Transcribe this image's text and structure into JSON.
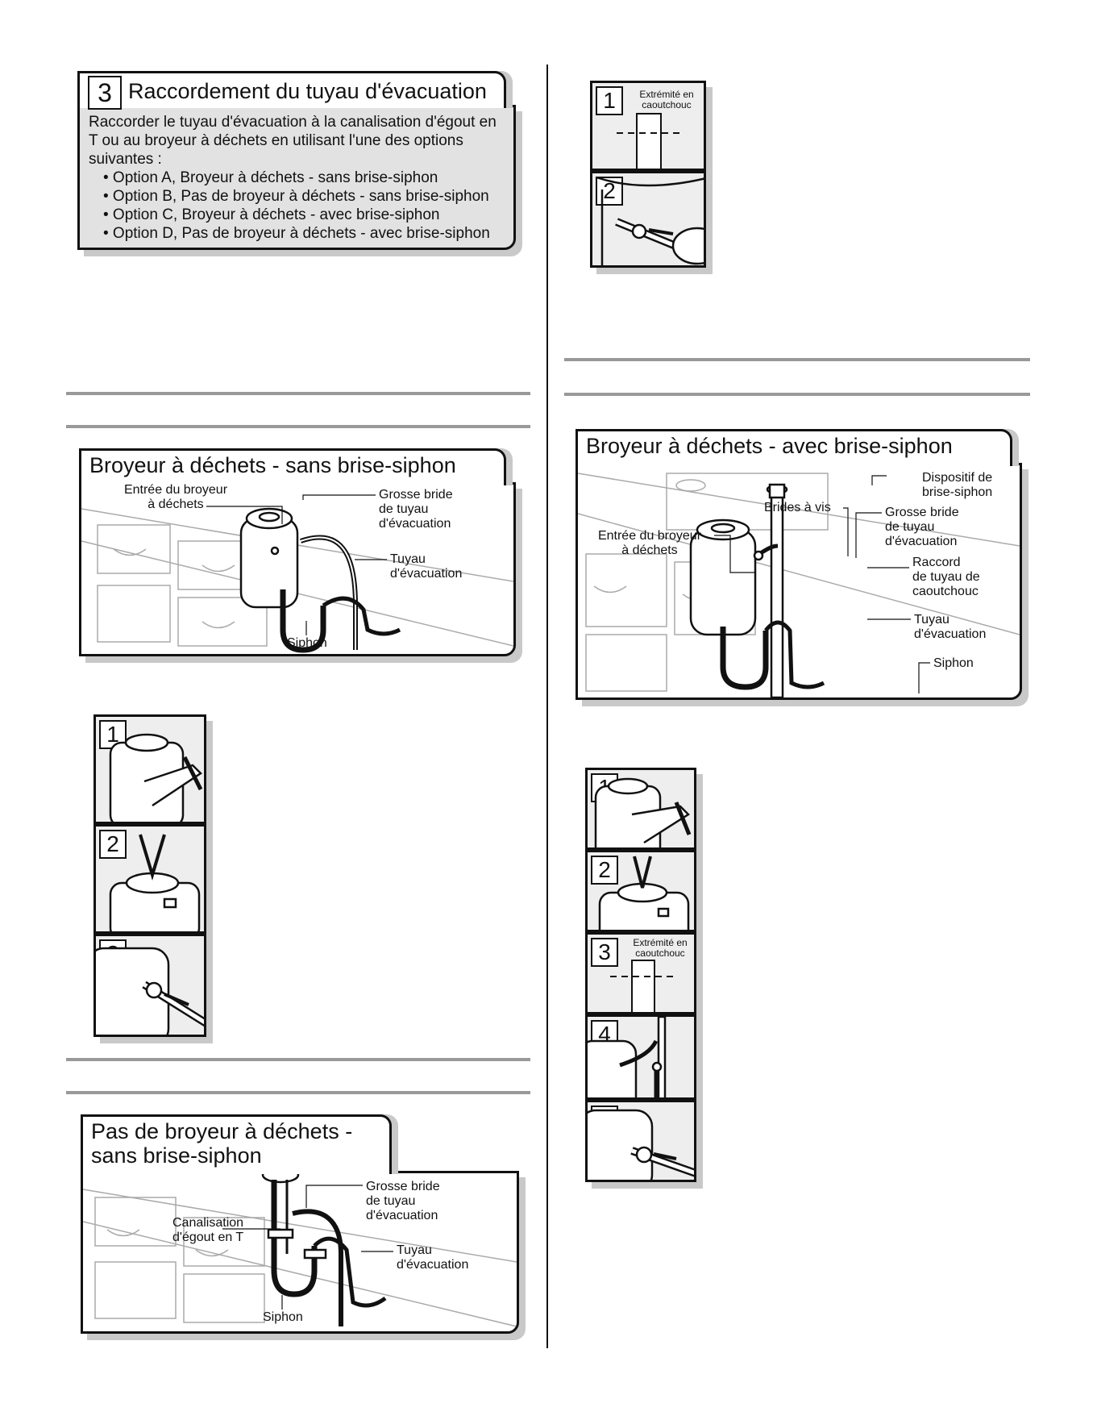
{
  "section3": {
    "number": "3",
    "title": "Raccordement du tuyau d'évacuation",
    "intro": "Raccorder le tuyau d'évacuation à la canalisation d'égout en T ou au broyeur à déchets en utilisant l'une des options suivantes :",
    "options": [
      "• Option A, Broyeur à déchets - sans brise-siphon",
      "• Option B, Pas de broyeur à déchets - sans brise-siphon",
      "• Option C, Broyeur à déchets - avec brise-siphon",
      "• Option D, Pas de broyeur à déchets - avec brise-siphon"
    ]
  },
  "panelA": {
    "title": "Broyeur à déchets - sans brise-siphon",
    "labels": {
      "inlet": "Entrée du broyeur",
      "inlet2": "à déchets",
      "clamp": "Grosse bride",
      "clamp2": "de tuyau",
      "clamp3": "d'évacuation",
      "hose": "Tuyau",
      "hose2": "d'évacuation",
      "trap": "Siphon"
    }
  },
  "panelB": {
    "title_line1": "Pas de broyeur à déchets -",
    "title_line2": "sans brise-siphon",
    "labels": {
      "clamp": "Grosse bride",
      "clamp2": "de tuyau",
      "clamp3": "d'évacuation",
      "tee": "Canalisation",
      "tee2": "d'égout en T",
      "hose": "Tuyau",
      "hose2": "d'évacuation",
      "trap": "Siphon"
    }
  },
  "panelC": {
    "title": "Broyeur à déchets - avec brise-siphon",
    "labels": {
      "airgap": "Dispositif de",
      "airgap2": "brise-siphon",
      "screwclamps": "Brides à vis",
      "clamp": "Grosse bride",
      "clamp2": "de tuyau",
      "clamp3": "d'évacuation",
      "inlet": "Entrée du broyeur",
      "inlet2": "à déchets",
      "connector": "Raccord",
      "connector2": "de tuyau de",
      "connector3": "caoutchouc",
      "hose": "Tuyau",
      "hose2": "d'évacuation",
      "trap": "Siphon"
    }
  },
  "stepsTop": {
    "steps": [
      "1",
      "2"
    ],
    "rubber_end": "Extrémité en",
    "rubber_end2": "caoutchouc"
  },
  "stepsA": {
    "steps": [
      "1",
      "2",
      "3"
    ]
  },
  "stepsC": {
    "steps": [
      "1",
      "2",
      "3",
      "4",
      "5"
    ],
    "rubber_end": "Extrémité en",
    "rubber_end2": "caoutchouc"
  }
}
